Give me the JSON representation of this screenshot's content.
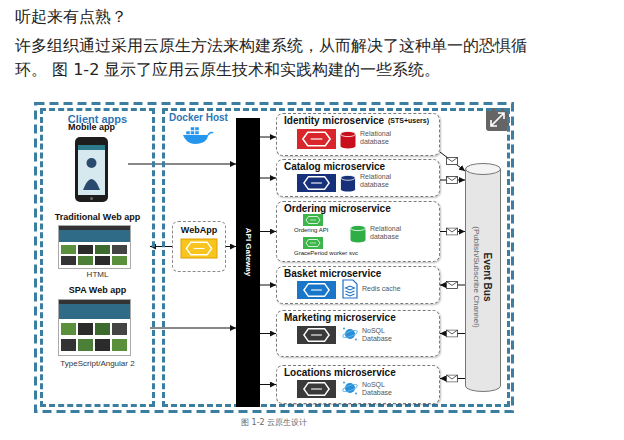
{
  "diagram": {
    "caption": "图 1-2 云原生设计",
    "nodes": [
      {
        "text": [
          "Client apps"
        ]
      },
      {
        "text": [
          "Mobile app"
        ],
        "in": 0
      },
      {
        "text": [
          "Traditional Web app",
          "HTML"
        ],
        "in": 0
      },
      {
        "text": [
          "SPA Web app",
          "TypeScript/Angular 2"
        ],
        "in": 0
      },
      {
        "text": [
          "Docker Host"
        ]
      },
      {
        "text": [
          "WebApp"
        ],
        "in": 4
      },
      {
        "text": [
          "API Gateway"
        ],
        "in": 4
      },
      {
        "text": [
          "Identity microservice",
          "(STS+users)",
          "Relational database"
        ],
        "in": 4
      },
      {
        "text": [
          "Catalog microservice",
          "Relational database"
        ],
        "in": 4
      },
      {
        "text": [
          "Ordering microservice",
          "Ordering API",
          "GracePeriod worker svc",
          "Relational database"
        ],
        "in": 4
      },
      {
        "text": [
          "Basket microservice",
          "Redis cache"
        ],
        "in": 4
      },
      {
        "text": [
          "Marketing microservice",
          "NoSQL Database"
        ],
        "in": 4
      },
      {
        "text": [
          "Locations microservice",
          "NoSQL Database"
        ],
        "in": 4
      },
      {
        "text": [
          "Event Bus",
          "(Publish/Subscribe Channel)"
        ],
        "in": 4
      }
    ],
    "edges": [
      {
        "from": 1,
        "to": 6,
        "arrow": "to"
      },
      {
        "from": 5,
        "to": 2,
        "arrow": "to"
      },
      {
        "from": 5,
        "to": 6,
        "arrow": "to"
      },
      {
        "from": 3,
        "to": 6,
        "arrow": "to"
      },
      {
        "from": 6,
        "to": 7,
        "arrow": "to"
      },
      {
        "from": 6,
        "to": 8,
        "arrow": "to"
      },
      {
        "from": 6,
        "to": 9,
        "arrow": "to"
      },
      {
        "from": 6,
        "to": 10,
        "arrow": "to"
      },
      {
        "from": 6,
        "to": 11,
        "arrow": "to"
      },
      {
        "from": 6,
        "to": 12,
        "arrow": "to"
      },
      {
        "from": 7,
        "to": 13,
        "arrow": "to"
      },
      {
        "from": 8,
        "to": 13,
        "arrow": "to"
      },
      {
        "from": 9,
        "to": 13,
        "arrow": "to"
      },
      {
        "from": 13,
        "to": 10,
        "arrow": "to"
      },
      {
        "from": 13,
        "to": 11,
        "arrow": "to"
      },
      {
        "from": 13,
        "to": 12,
        "arrow": "to"
      }
    ],
    "labels": [
      "听起来有点熟？",
      "许多组织通过采用云原生方法来构建系统，从而解决了这种单一的恐惧循环。 图 1-2 显示了应用云原生技术和实践构建的一些系统。"
    ]
  }
}
